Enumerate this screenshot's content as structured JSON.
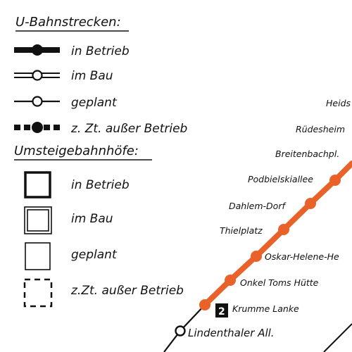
{
  "colors": {
    "line_orange": "#e8622a",
    "ink": "#111111",
    "background": "#ffffff"
  },
  "legend": {
    "lines_heading": "U-Bahnstrecken:",
    "lines": [
      {
        "label": "in Betrieb",
        "style": "thick-solid"
      },
      {
        "label": "im Bau",
        "style": "double-line"
      },
      {
        "label": "geplant",
        "style": "thin-solid"
      },
      {
        "label": "z. Zt. außer Betrieb",
        "style": "thick-dashed"
      }
    ],
    "interchange_heading": "Umsteigebahnhöfe:",
    "interchanges": [
      {
        "label": "in Betrieb",
        "style": "thick-square"
      },
      {
        "label": "im Bau",
        "style": "double-square"
      },
      {
        "label": "geplant",
        "style": "thin-square"
      },
      {
        "label": "z.Zt. außer Betrieb",
        "style": "dashed-square"
      }
    ]
  },
  "line": {
    "number": "2",
    "stations": [
      "Heids",
      "Rüdesheim",
      "Breitenbachpl.",
      "Podbielskiallee",
      "Dahlem-Dorf",
      "Thielplatz",
      "Oskar-Helene-He",
      "Onkel Toms Hütte",
      "Krumme Lanke",
      "Lindenthaler All."
    ]
  }
}
